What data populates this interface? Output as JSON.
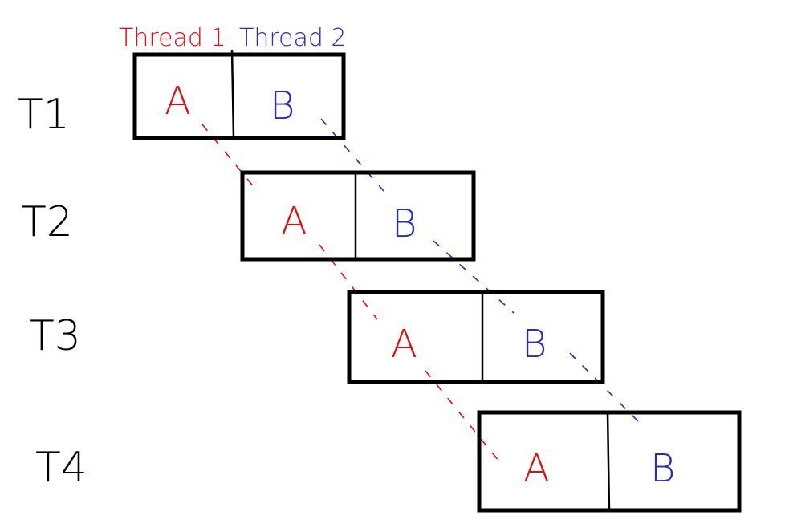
{
  "header": {
    "thread1_label": "Thread 1",
    "thread2_label": "Thread 2"
  },
  "rows": [
    {
      "label": "T1",
      "a": "A",
      "b": "B"
    },
    {
      "label": "T2",
      "a": "A",
      "b": "B"
    },
    {
      "label": "T3",
      "a": "A",
      "b": "B"
    },
    {
      "label": "T4",
      "a": "A",
      "b": "B"
    }
  ],
  "colors": {
    "thread1": "#e01010",
    "thread2": "#2a2ab8",
    "box": "#000000"
  }
}
